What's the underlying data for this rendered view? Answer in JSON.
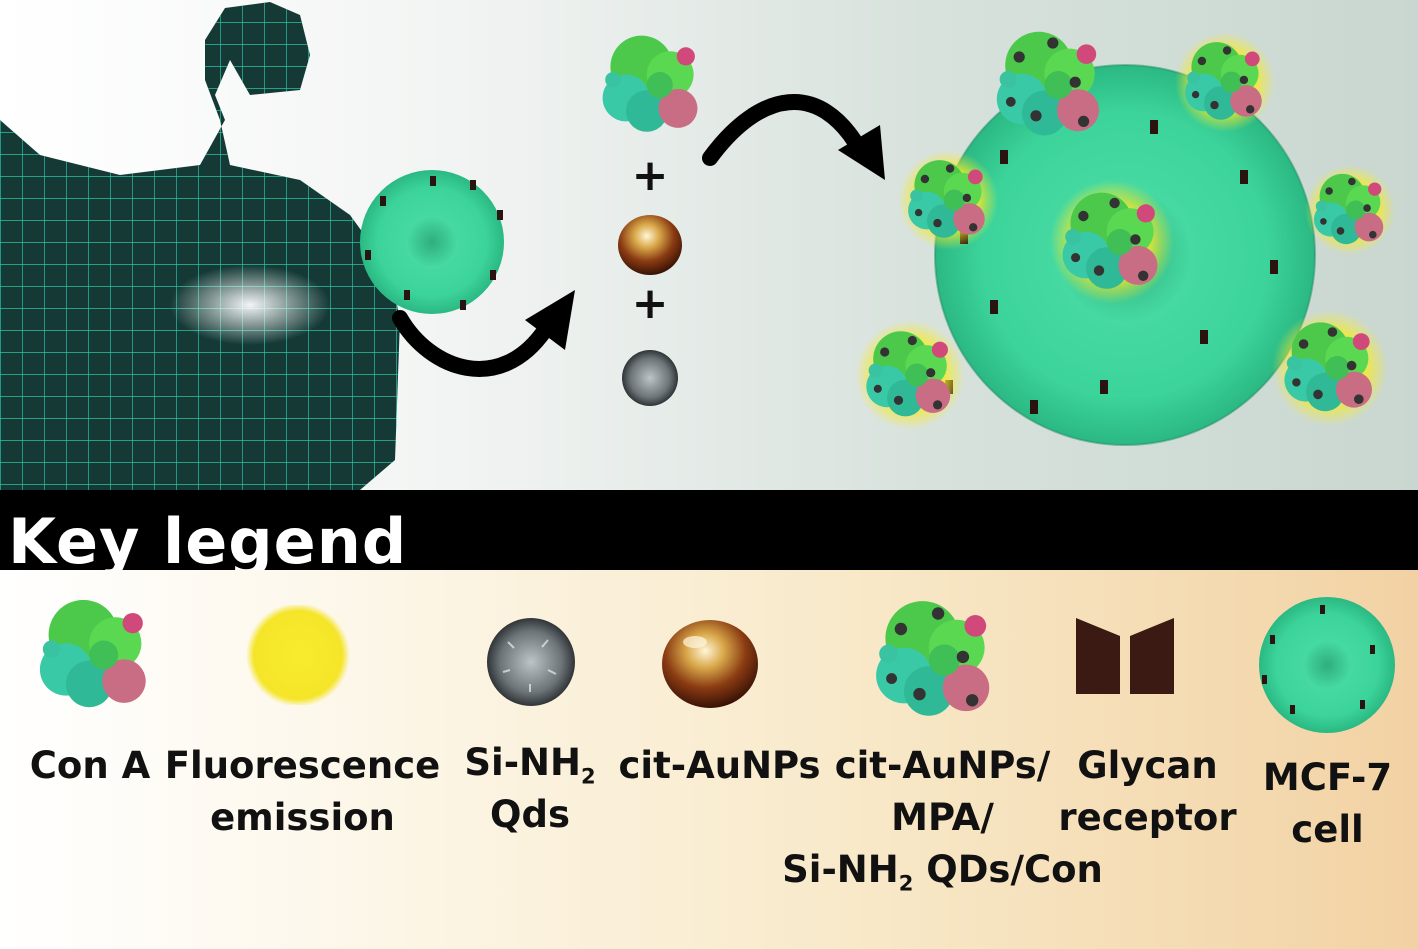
{
  "title": "Key legend",
  "legend": [
    {
      "id": "con-a",
      "icon": "con-a-protein-icon",
      "lines": [
        "Con A"
      ]
    },
    {
      "id": "fluorescence",
      "icon": "fluorescence-emission-icon",
      "lines": [
        "Fluorescence",
        "emission"
      ]
    },
    {
      "id": "si-nh2",
      "icon": "si-nh2-qds-icon",
      "line1_main": "Si-NH",
      "line1_sub": "2",
      "lines": [
        "Qds"
      ]
    },
    {
      "id": "cit-aunps",
      "icon": "gold-nanoparticle-icon",
      "lines": [
        "cit-AuNPs"
      ]
    },
    {
      "id": "complex",
      "icon": "conjugate-complex-icon",
      "lines": [
        "cit-AuNPs/",
        "MPA/"
      ],
      "line3_main": "Si-NH",
      "line3_sub": "2",
      "line3_rest": " QDs/Con"
    },
    {
      "id": "glycan",
      "icon": "glycan-receptor-icon",
      "lines": [
        "Glycan",
        "receptor"
      ]
    },
    {
      "id": "mcf7",
      "icon": "mcf7-cell-icon",
      "lines": [
        "MCF-7",
        "cell"
      ]
    }
  ],
  "scene": {
    "plus_signs": [
      "+",
      "+"
    ],
    "colors": {
      "cell": "#3fd8a0",
      "protein_green": "#4cc94a",
      "protein_teal": "#39c9a6",
      "protein_pink": "#c96d84",
      "glow": "#f5ea2a",
      "receptor": "#3b1a14",
      "gold": "#b88a2a",
      "mesh": "#2fd6b8",
      "body": "#153a36"
    }
  }
}
